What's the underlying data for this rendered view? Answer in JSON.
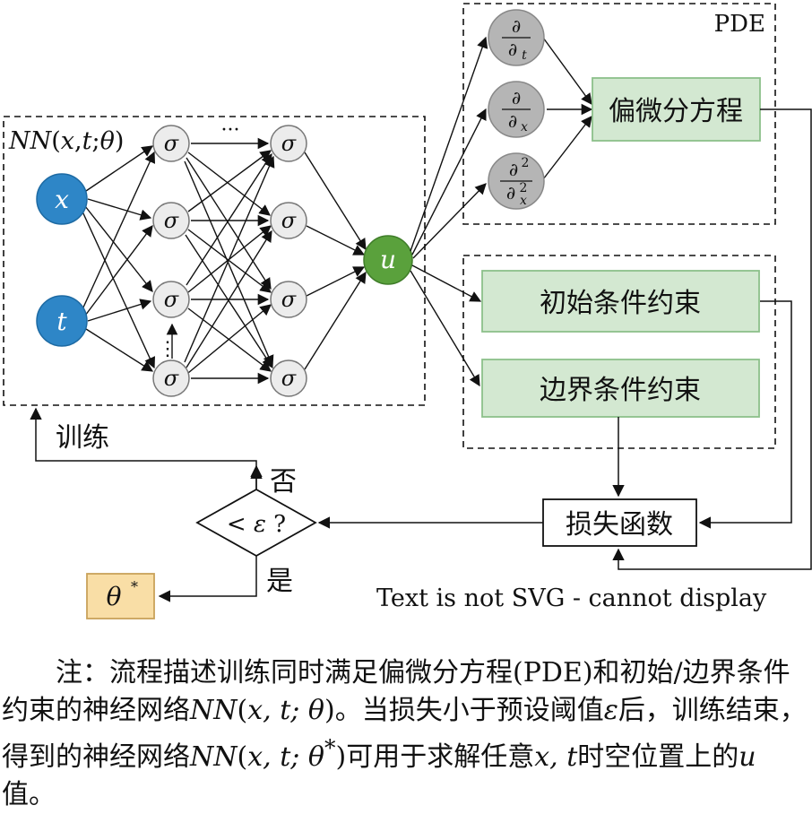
{
  "nn_label": {
    "a": "NN",
    "b": "(",
    "c": "x",
    "d": ",",
    "e": "t",
    "f": ";",
    "g": "θ",
    "h": ")"
  },
  "neurons": {
    "input_x": "x",
    "input_t": "t",
    "hidden": "σ",
    "output": "u",
    "ellipsis": "···"
  },
  "derivatives": {
    "dt": {
      "num": "∂",
      "den": "∂",
      "sub": "t"
    },
    "dx": {
      "num": "∂",
      "den": "∂",
      "sub": "x"
    },
    "dxx": {
      "num": "∂",
      "num_sup": "2",
      "den": "∂",
      "den_sup": "2",
      "sub": "x"
    }
  },
  "boxes": {
    "pde_label": "PDE",
    "pde": "偏微分方程",
    "initial": "初始条件约束",
    "boundary": "边界条件约束",
    "loss": "损失函数"
  },
  "decision": {
    "lt": "<",
    "eps": "ε",
    "q": "?",
    "no": "否",
    "yes": "是",
    "train": "训练"
  },
  "result": {
    "theta": "θ",
    "star": "*"
  },
  "alt_text": "Text is not SVG - cannot display",
  "caption": {
    "p1": "注：流程描述训练同时满足偏微分方程(PDE)和初始/边界条件约束的神经网络",
    "nn1": "NN",
    "p2": "(",
    "v1": "x, t; θ",
    "p3": ")。当损失小于预设阈值",
    "eps": "ε",
    "p4": "后，训练结束，得到的神经网络",
    "nn2": "NN",
    "p5": "(",
    "v2": "x, t; θ",
    "star": "*",
    "p6": ")可用于求解任意",
    "v3": "x, t",
    "p7": "时空位置上的",
    "u": "u",
    "p8": "值。"
  },
  "colors": {
    "input_blue": "#2e86c7",
    "output_green": "#5aa13c",
    "hidden_gray": "#ececec",
    "deriv_gray": "#b5b5b5",
    "box_green": "#d3e8d1",
    "box_green_border": "#8cc08a",
    "result_yellow": "#f9dea6",
    "result_border": "#c9a25a"
  }
}
